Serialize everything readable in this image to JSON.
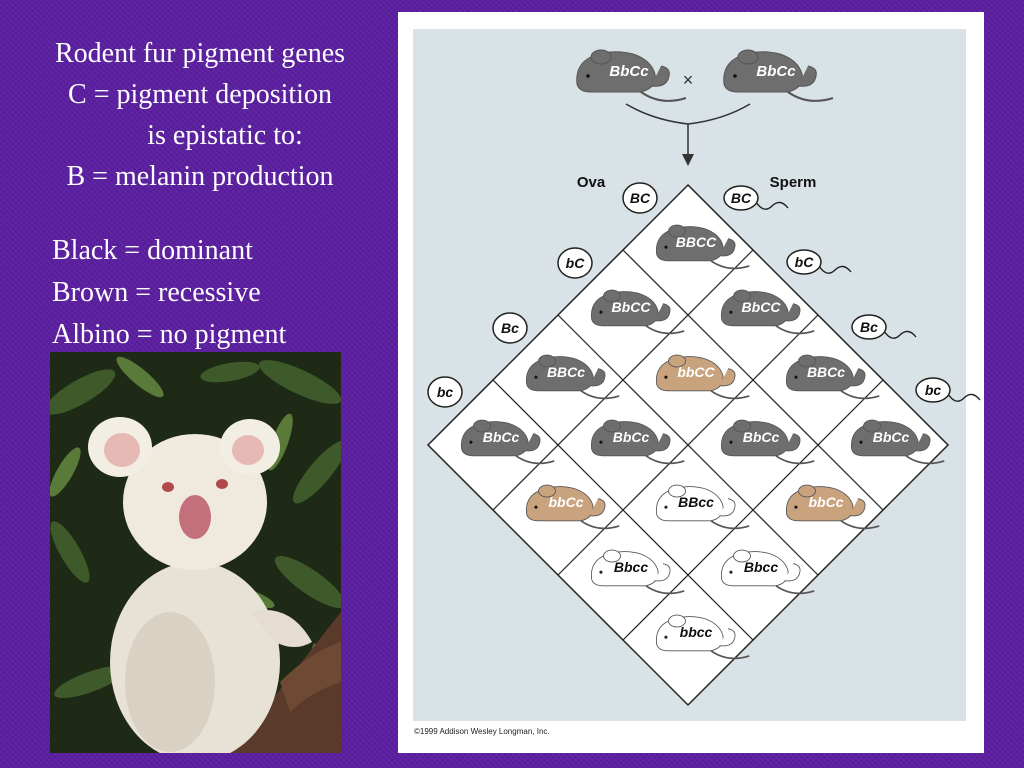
{
  "heading": {
    "line1": "Rodent fur pigment genes",
    "line2": "C = pigment deposition",
    "line3": "is epistatic to:",
    "line4": "B = melanin production"
  },
  "legend": {
    "black": "Black = dominant",
    "brown": "Brown = recessive",
    "albino": "Albino = no pigment"
  },
  "diagram": {
    "parent_left": "BbCc",
    "parent_right": "BbCc",
    "cross_symbol": "×",
    "ova_label": "Ova",
    "sperm_label": "Sperm",
    "ova_gametes": [
      "BC",
      "bC",
      "Bc",
      "bc"
    ],
    "sperm_gametes": [
      "BC",
      "bC",
      "Bc",
      "bc"
    ],
    "offspring": [
      {
        "genotype": "BBCC",
        "phenotype": "black"
      },
      {
        "genotype": "BbCC",
        "phenotype": "black"
      },
      {
        "genotype": "BbCC",
        "phenotype": "black"
      },
      {
        "genotype": "BBCc",
        "phenotype": "black"
      },
      {
        "genotype": "bbCC",
        "phenotype": "brown"
      },
      {
        "genotype": "BBCc",
        "phenotype": "black"
      },
      {
        "genotype": "BbCc",
        "phenotype": "black"
      },
      {
        "genotype": "BbCc",
        "phenotype": "black"
      },
      {
        "genotype": "BbCc",
        "phenotype": "black"
      },
      {
        "genotype": "BbCc",
        "phenotype": "black"
      },
      {
        "genotype": "bbCc",
        "phenotype": "brown"
      },
      {
        "genotype": "BBcc",
        "phenotype": "albino"
      },
      {
        "genotype": "bbCc",
        "phenotype": "brown"
      },
      {
        "genotype": "Bbcc",
        "phenotype": "albino"
      },
      {
        "genotype": "Bbcc",
        "phenotype": "albino"
      },
      {
        "genotype": "bbcc",
        "phenotype": "albino"
      }
    ],
    "phenotype_colors": {
      "black": "#6e6e6e",
      "brown": "#c9a27e",
      "albino": "#ffffff"
    },
    "background_color": "#d9e2e6",
    "copyright": "©1999 Addison Wesley Longman, Inc."
  }
}
